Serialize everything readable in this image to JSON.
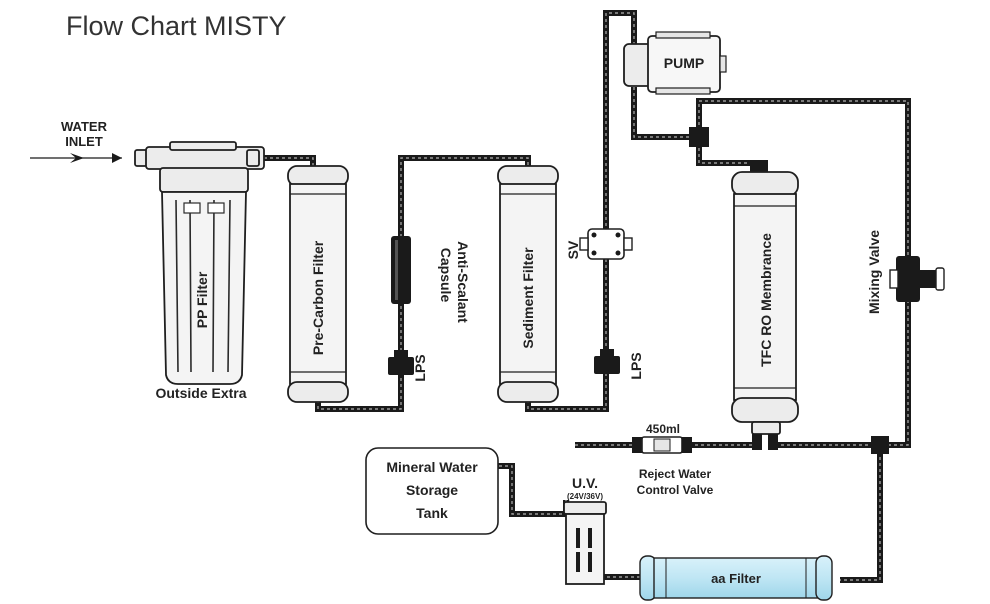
{
  "title": "Flow Chart MISTY",
  "labels": {
    "water_inlet_line1": "WATER",
    "water_inlet_line2": "INLET",
    "pp_filter": "PP Filter",
    "outside_extra": "Outside Extra",
    "pre_carbon_filter": "Pre-Carbon Filter",
    "anti_scalant_line1": "Anti-Scalant",
    "anti_scalant_line2": "Capsule",
    "lps_1": "LPS",
    "sediment_filter": "Sediment Filter",
    "lps_2": "LPS",
    "sv": "SV",
    "pump": "PUMP",
    "ro_membrane": "TFC RO Membrance",
    "mixing_valve": "Mixing Valve",
    "flow_rate": "450ml",
    "reject_valve_line1": "Reject Water",
    "reject_valve_line2": "Control Valve",
    "storage_tank_line1": "Mineral Water",
    "storage_tank_line2": "Storage",
    "storage_tank_line3": "Tank",
    "uv": "U.V.",
    "uv_voltage": "(24V/36V)",
    "aa_filter": "aa Filter"
  },
  "colors": {
    "pipe": "#1a1a1a",
    "aa_filter_fill": "#bfe6f4",
    "text": "#222222"
  }
}
